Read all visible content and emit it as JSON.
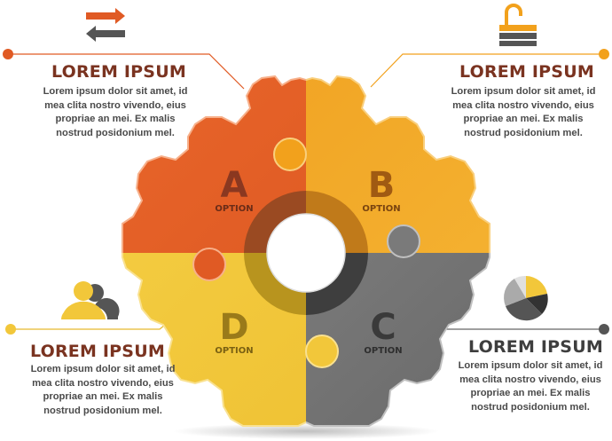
{
  "panels": [
    {
      "id": "a",
      "letter": "A",
      "option": "OPTION",
      "title": "LOREM IPSUM",
      "lines": [
        "Lorem ipsum dolor sit amet, id",
        "mea clita nostro vivendo, eius",
        "propriae an mei. Ex malis",
        "nostrud posidonium mel."
      ],
      "color": "#e05a24"
    },
    {
      "id": "b",
      "letter": "B",
      "option": "OPTION",
      "title": "LOREM IPSUM",
      "lines": [
        "Lorem ipsum dolor sit amet, id",
        "mea clita nostro vivendo, eius",
        "propriae an mei. Ex malis",
        "nostrud posidonium mel."
      ],
      "color": "#f2a11c"
    },
    {
      "id": "c",
      "letter": "C",
      "option": "OPTION",
      "title": "LOREM IPSUM",
      "lines": [
        "Lorem ipsum dolor sit amet, id",
        "mea clita nostro vivendo, eius",
        "propriae an mei. Ex malis",
        "nostrud posidonium mel."
      ],
      "color": "#7a7a7a"
    },
    {
      "id": "d",
      "letter": "D",
      "option": "OPTION",
      "title": "LOREM IPSUM",
      "lines": [
        "Lorem ipsum dolor sit amet, id",
        "mea clita nostro vivendo, eius",
        "propriae an mei. Ex malis",
        "nostrud posidonium mel."
      ],
      "color": "#f2c73a"
    }
  ],
  "icons": {
    "a": "swap-arrows-icon",
    "b": "padlock-open-icon",
    "c": "pie-chart-icon",
    "d": "people-icon"
  },
  "colors": {
    "orange_dark": "#e05a24",
    "orange": "#f2a11c",
    "gray": "#7a7a7a",
    "yellow": "#f2c73a",
    "text_title": "#7a3320",
    "text_body": "#4a4a4a"
  }
}
